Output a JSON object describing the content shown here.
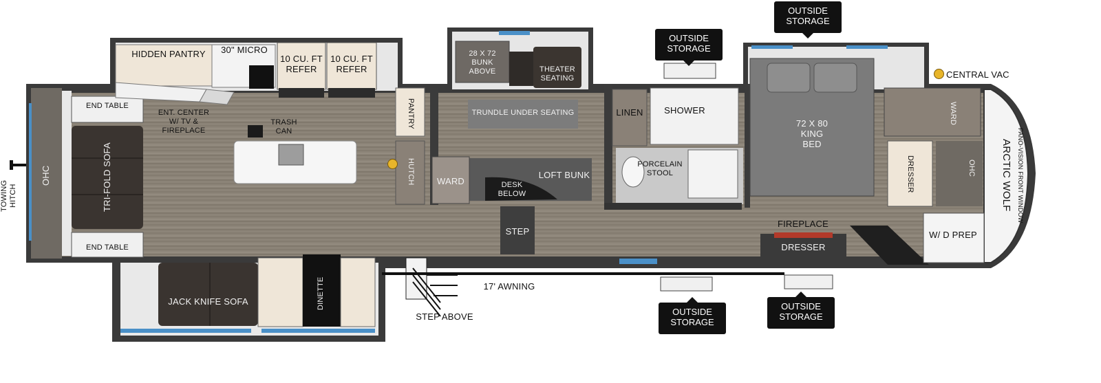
{
  "labels": {
    "hidden_pantry": "HIDDEN PANTRY",
    "micro": "30\" MICRO",
    "refer1": "10 CU. FT\nREFER",
    "refer2": "10 CU. FT\nREFER",
    "bunk_above": "28 X 72\nBUNK\nABOVE",
    "theater": "THEATER\nSEATING",
    "trundle": "TRUNDLE UNDER SEATING",
    "pantry": "PANTRY",
    "hutch": "HUTCH",
    "ward_mid": "WARD",
    "desk_below": "DESK\nBELOW",
    "loft_bunk": "LOFT BUNK",
    "step": "STEP",
    "end_table_top": "END TABLE",
    "end_table_bottom": "END TABLE",
    "ent_center": "ENT. CENTER\nW/ TV &\nFIREPLACE",
    "trash_can": "TRASH\nCAN",
    "tri_fold_sofa": "TRI-FOLD SOFA",
    "ohc_left": "OHC",
    "towing_hitch": "TOWING\nHITCH",
    "jack_knife_sofa": "JACK KNIFE SOFA",
    "dinette": "DINETTE",
    "step_above": "STEP ABOVE",
    "awning": "17' AWNING",
    "linen": "LINEN",
    "shower": "SHOWER",
    "porcelain_stool": "PORCELAIN\nSTOOL",
    "king_bed": "72 X 80\nKING\nBED",
    "fireplace": "FIREPLACE",
    "dresser_bottom": "DRESSER",
    "ward_right": "WARD",
    "dresser_right": "DRESSER",
    "ohc_right": "OHC",
    "wd_prep": "W/ D PREP",
    "central_vac": "CENTRAL VAC",
    "brand": "ARCTIC WOLF",
    "front_window": "PANO-VISION FRONT WINDOW"
  },
  "storage_tags": {
    "top_left": "OUTSIDE\nSTORAGE",
    "top_right": "OUTSIDE\nSTORAGE",
    "bottom_left": "OUTSIDE\nSTORAGE",
    "bottom_right": "OUTSIDE\nSTORAGE"
  },
  "colors": {
    "floor": "#8a8276",
    "wall": "#3b3b3b",
    "sofa": "#3a3430",
    "counter": "#f4f4f4",
    "cabinet": "#efe6d8",
    "bed": "#7b7b7b",
    "accent_vac": "#e8b52a"
  }
}
